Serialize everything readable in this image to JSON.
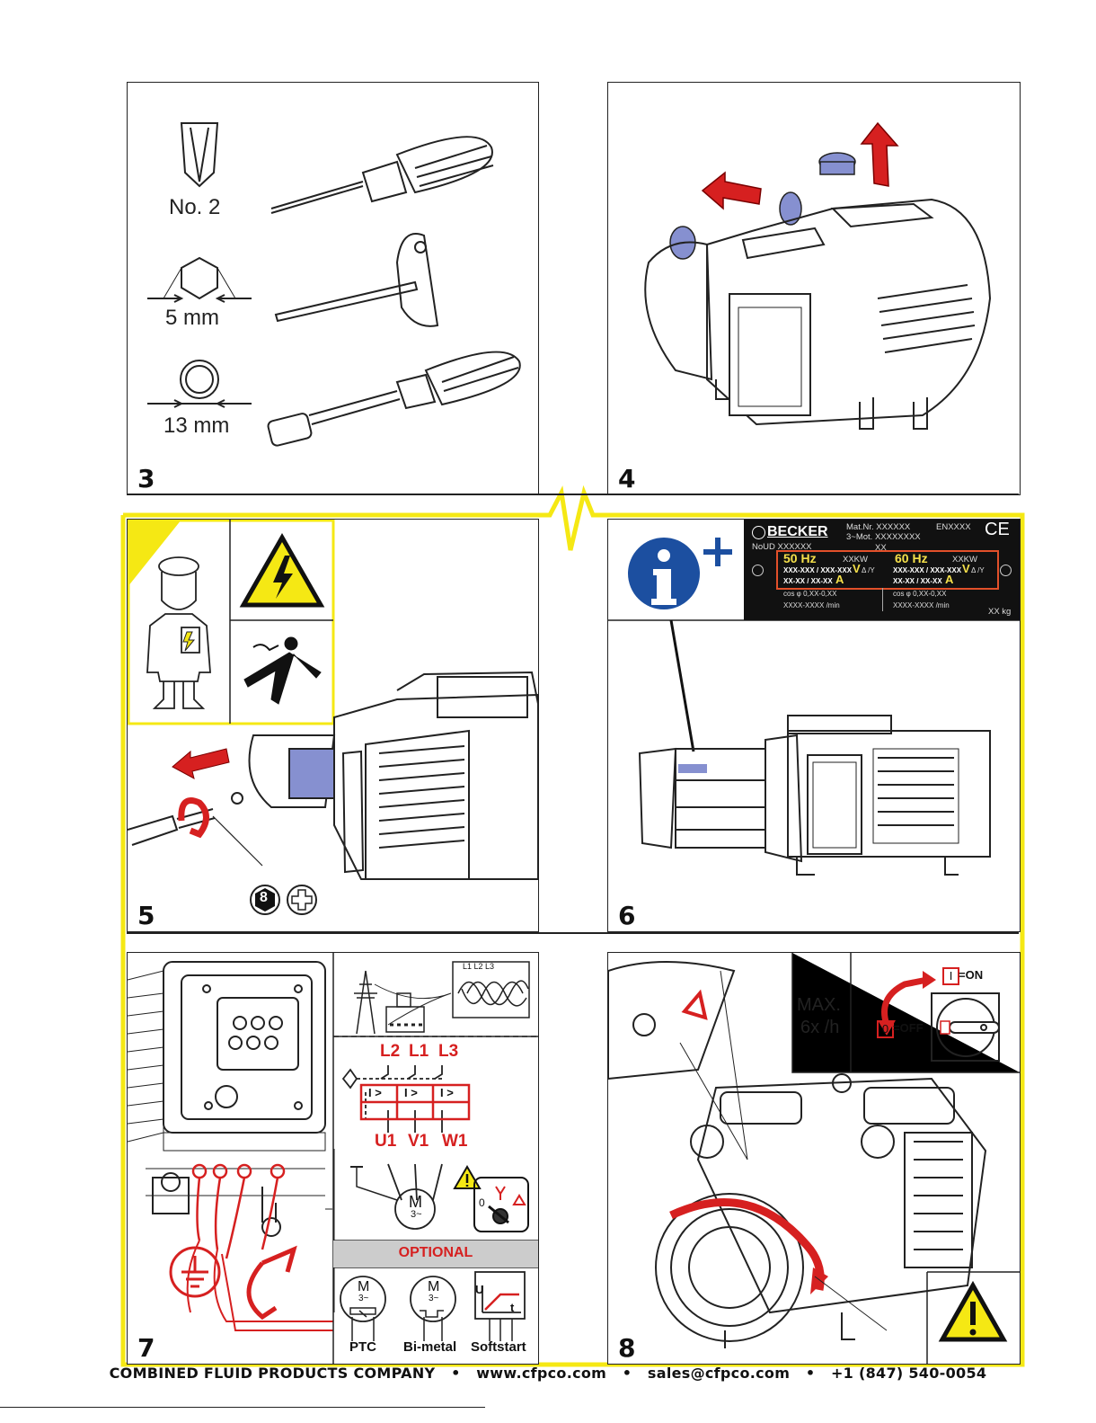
{
  "panels": {
    "p3": {
      "number": "3",
      "tool1_label": "No. 2",
      "tool2_label": "5 mm",
      "tool3_label": "13 mm"
    },
    "p4": {
      "number": "4"
    },
    "p5": {
      "number": "5",
      "badge": "8"
    },
    "p6": {
      "number": "6",
      "plate": {
        "brand": "BECKER",
        "mat_nr": "Mat.Nr. XXXXXX",
        "enxxxx": "ENXXXX",
        "ce": "CE",
        "mot": "3~Mot. XXXXXXXX",
        "noud": "NoUD XXXXXX",
        "xx": "XX",
        "hz50": "50 Hz",
        "hz60": "60 Hz",
        "kw50": "XXKW",
        "kw60": "XXKW",
        "volt50": "XXX-XXX / XXX-XXX",
        "volt60": "XXX-XXX / XXX-XXX",
        "v_unit": "V",
        "delta_y": "Δ /Y",
        "amp50": "XX-XX / XX-XX",
        "amp60": "XX-XX / XX-XX",
        "a_unit": "A",
        "cos50": "cos φ 0,XX-0,XX",
        "cos60": "cos φ 0,XX-0,XX",
        "rpm50": "XXXX-XXXX /min",
        "rpm60": "XXXX-XXXX /min",
        "weight": "XX kg"
      }
    },
    "p7": {
      "number": "7",
      "phases_label": "L1 L2 L3",
      "top_labels": [
        "L2",
        "L1",
        "L3"
      ],
      "bottom_labels": [
        "U1",
        "V1",
        "W1"
      ],
      "motor_m": "M",
      "motor_3": "3~",
      "switch_0": "0",
      "optional": "OPTIONAL",
      "opt_labels": [
        "PTC",
        "Bi-metal",
        "Softstart"
      ],
      "soft_u": "U",
      "soft_t": "t"
    },
    "p8": {
      "number": "8",
      "max_line1": "MAX.",
      "max_line2": "6x /h",
      "on_key": "I",
      "on_text": "=ON",
      "off_key": "0",
      "off_text": "=OFF"
    }
  },
  "footer": {
    "company": "COMBINED FLUID PRODUCTS COMPANY",
    "sep": "•",
    "website": "www.cfpco.com",
    "email": "sales@cfpco.com",
    "phone": "+1 (847) 540-0054"
  },
  "colors": {
    "highlight_yellow": "#f5e814",
    "arrow_red": "#d62020",
    "info_blue": "#1c4fa0",
    "motor_blue": "#8690d0",
    "plate_orange": "#e2502a"
  }
}
